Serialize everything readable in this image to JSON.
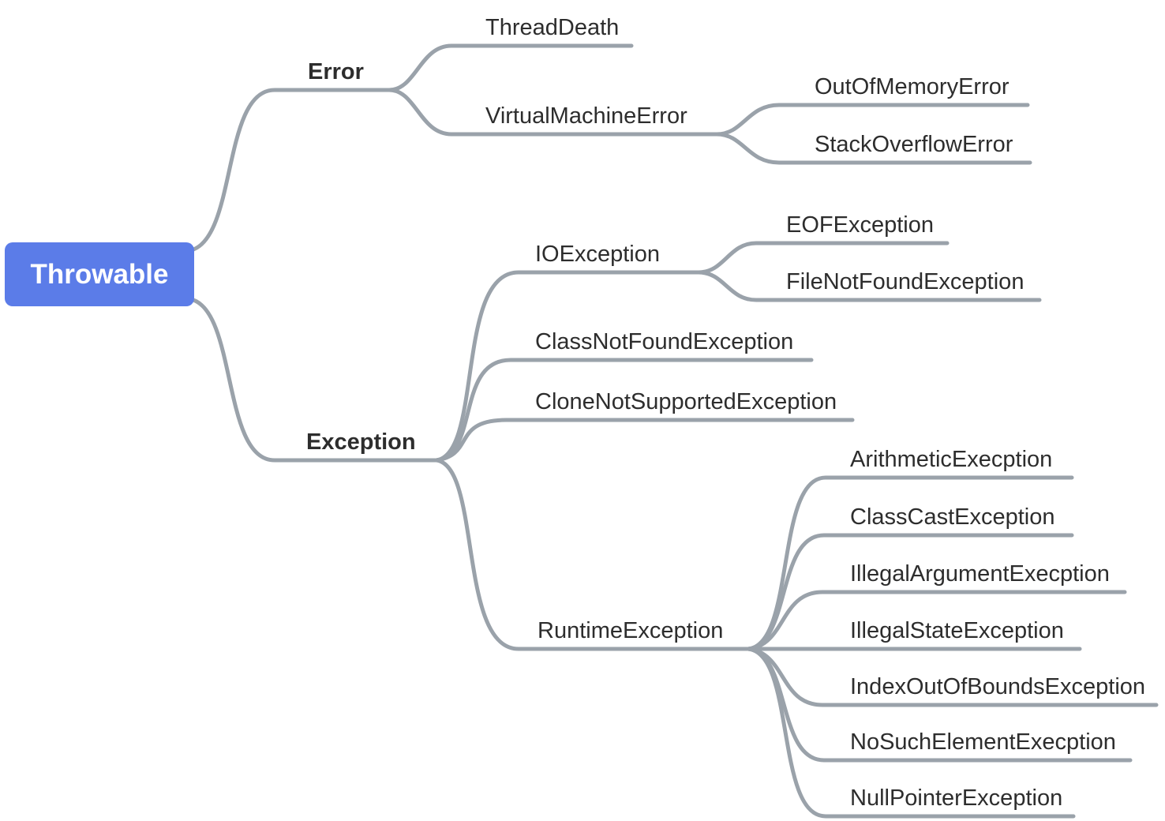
{
  "colors": {
    "accent": "#5b7ce8",
    "line": "#9aa2aa",
    "text": "#2d2d2d",
    "root-text": "#ffffff",
    "background": "#ffffff"
  },
  "tree": {
    "label": "Throwable",
    "children": [
      {
        "label": "Error",
        "children": [
          {
            "label": "ThreadDeath"
          },
          {
            "label": "VirtualMachineError",
            "children": [
              {
                "label": "OutOfMemoryError"
              },
              {
                "label": "StackOverflowError"
              }
            ]
          }
        ]
      },
      {
        "label": "Exception",
        "children": [
          {
            "label": "IOException",
            "children": [
              {
                "label": "EOFException"
              },
              {
                "label": "FileNotFoundException"
              }
            ]
          },
          {
            "label": "ClassNotFoundException"
          },
          {
            "label": "CloneNotSupportedException"
          },
          {
            "label": "RuntimeException",
            "children": [
              {
                "label": "ArithmeticExecption"
              },
              {
                "label": "ClassCastException"
              },
              {
                "label": "IllegalArgumentExecption"
              },
              {
                "label": "IllegalStateException"
              },
              {
                "label": "IndexOutOfBoundsException"
              },
              {
                "label": "NoSuchElementExecption"
              },
              {
                "label": "NullPointerException"
              }
            ]
          }
        ]
      }
    ]
  }
}
